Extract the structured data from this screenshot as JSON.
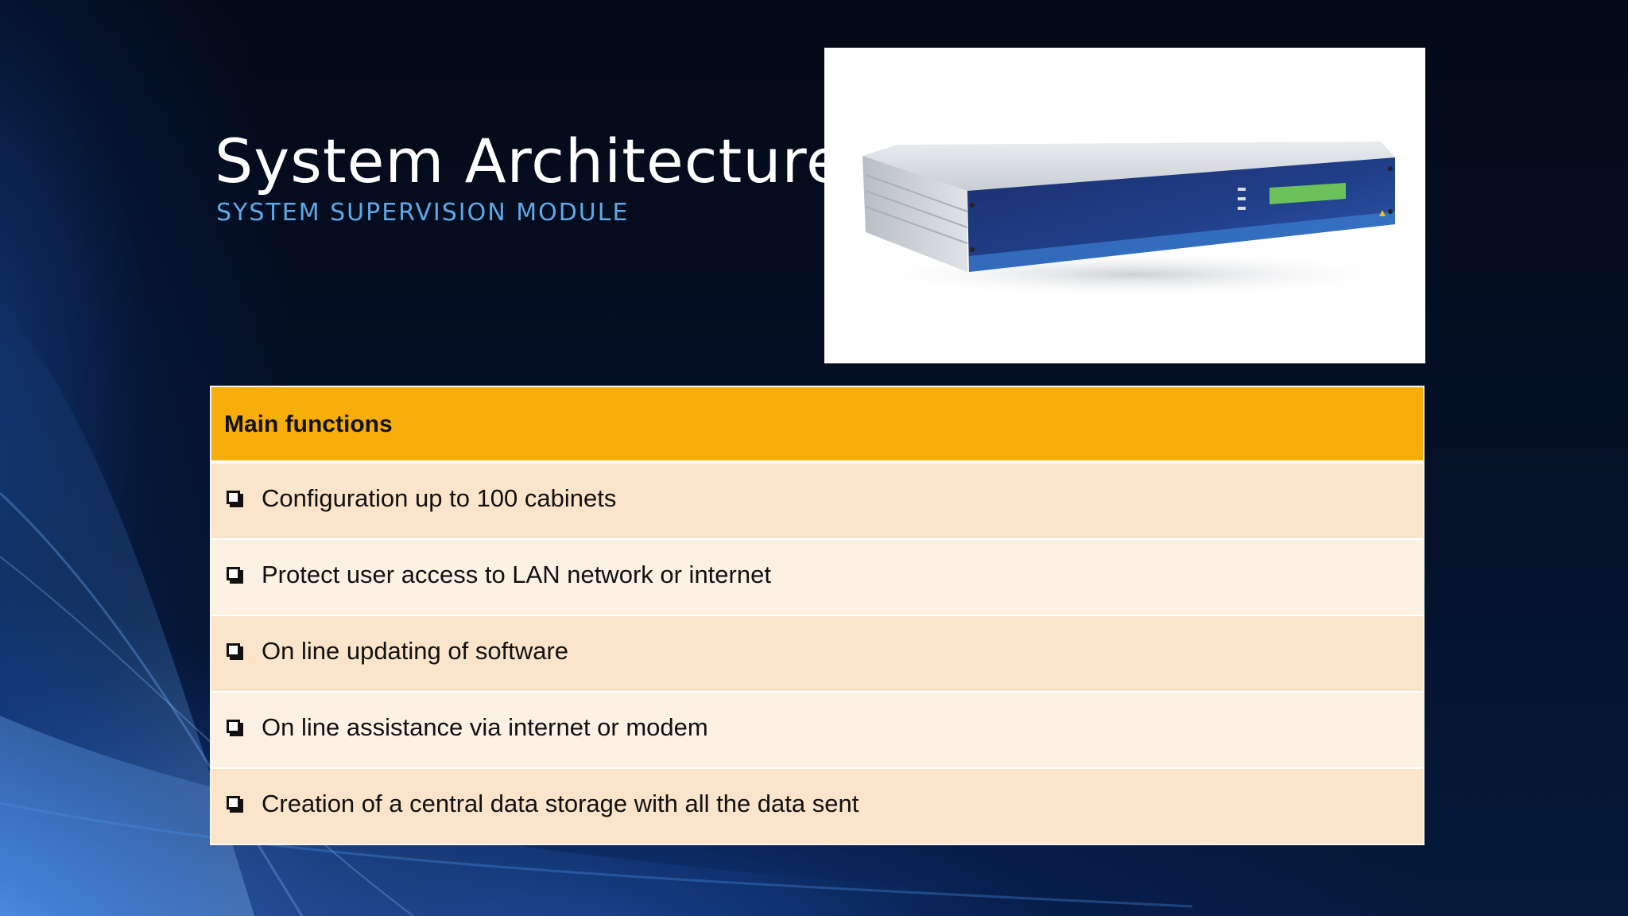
{
  "slide": {
    "title": "System Architecture",
    "subtitle": "SYSTEM SUPERVISION MODULE",
    "image_description": "rack-mount device photo",
    "colors": {
      "background": "#050d1c",
      "subtitle": "#5fa8e8",
      "table_header": "#f8ae0a",
      "row_dark": "#fae4ca",
      "row_light": "#fdf1e4"
    }
  },
  "table": {
    "header": "Main functions",
    "rows": [
      "Configuration up to 100 cabinets",
      "Protect user access to LAN network or internet",
      "On line updating of software",
      "On line assistance via internet or modem",
      "Creation of a central data storage with all the data sent"
    ],
    "bullet_icon": "checkbox-icon"
  }
}
